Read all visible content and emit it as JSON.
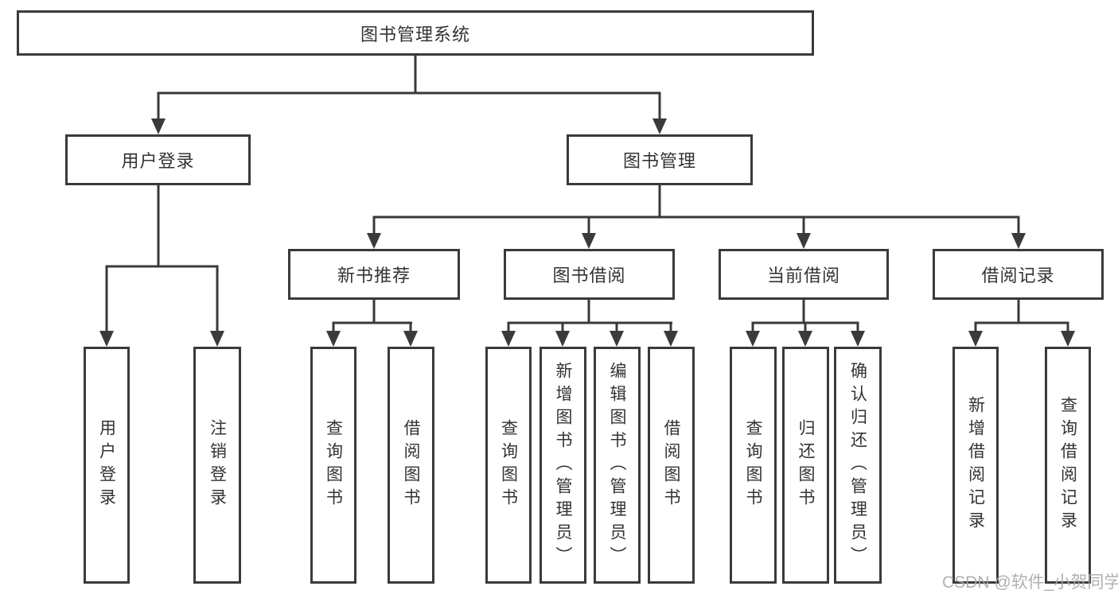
{
  "tree": {
    "root": {
      "label": "图书管理系统"
    },
    "l2": [
      {
        "label": "用户登录"
      },
      {
        "label": "图书管理"
      }
    ],
    "l3": [
      {
        "label": "新书推荐"
      },
      {
        "label": "图书借阅"
      },
      {
        "label": "当前借阅"
      },
      {
        "label": "借阅记录"
      }
    ],
    "leaves": [
      "用户登录",
      "注销登录",
      "查询图书",
      "借阅图书",
      "查询图书",
      "新增图书（管理员）",
      "编辑图书（管理员）",
      "借阅图书",
      "查询图书",
      "归还图书",
      "确认归还（管理员）",
      "新增借阅记录",
      "查询借阅记录"
    ]
  },
  "watermark": "CSDN @软件_小贺同学",
  "colors": {
    "line": "#3a3a3a",
    "text": "#333333",
    "watermark": "#a8a8a8",
    "background": "#ffffff"
  }
}
